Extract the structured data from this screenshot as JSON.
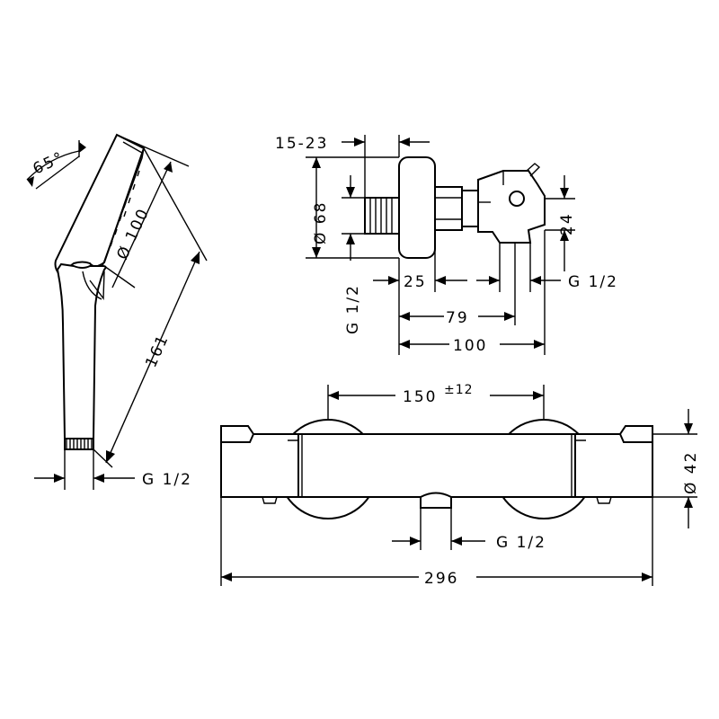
{
  "labels": {
    "hand_angle": "65°",
    "hand_diameter": "Ø 100",
    "hand_length": "161",
    "hand_thread": "G 1/2",
    "side_offset": "15-23",
    "side_diameter": "Ø 68",
    "side_thread_left": "G 1/2",
    "side_dim_25": "25",
    "side_thread_right": "G 1/2",
    "side_dim_24": "24",
    "side_dim_79": "79",
    "side_dim_100": "100",
    "front_spacing": "150",
    "front_spacing_tol": "±12",
    "front_diameter": "Ø 42",
    "front_thread": "G 1/2",
    "front_width": "296"
  },
  "colors": {
    "line": "#000000",
    "background": "#ffffff"
  }
}
